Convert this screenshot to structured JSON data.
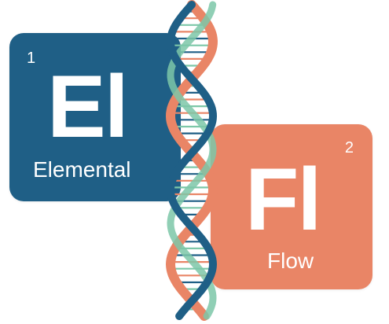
{
  "colors": {
    "blue": "#1f5f86",
    "coral": "#e98566",
    "teal": "#7cc7a8",
    "background": "#ffffff"
  },
  "element_one": {
    "number": "1",
    "symbol": "El",
    "name": "Elemental"
  },
  "element_two": {
    "number": "2",
    "symbol": "Fl",
    "name": "Flow"
  },
  "graphic": {
    "icon": "dna-helix-icon"
  }
}
